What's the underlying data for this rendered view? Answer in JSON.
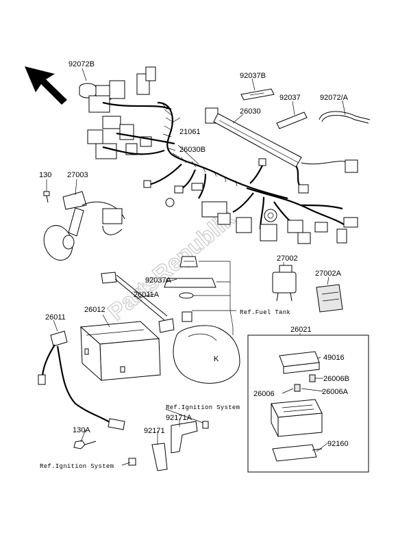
{
  "labels": {
    "p92072B": "92072B",
    "p92037B": "92037B",
    "p92037": "92037",
    "p92072A": "92072/A",
    "p21061": "21061",
    "p26030": "26030",
    "p26030B": "26030B",
    "p130": "130",
    "p27003": "27003",
    "p27002": "27002",
    "p27002A": "27002A",
    "p92037A": "92037A",
    "p26011A": "26011A",
    "p26012": "26012",
    "p26011": "26011",
    "p26021": "26021",
    "p49016": "49016",
    "p26006B": "26006B",
    "p26006": "26006",
    "p26006A": "26006A",
    "p92160": "92160",
    "p130A": "130A",
    "p92171A": "92171A",
    "p92171": "92171"
  },
  "refs": {
    "fuel_tank": "Ref.Fuel Tank",
    "ignition_system_1": "Ref.Ignition System",
    "ignition_system_2": "Ref.Ignition System"
  },
  "watermark": "PartsRepublik"
}
